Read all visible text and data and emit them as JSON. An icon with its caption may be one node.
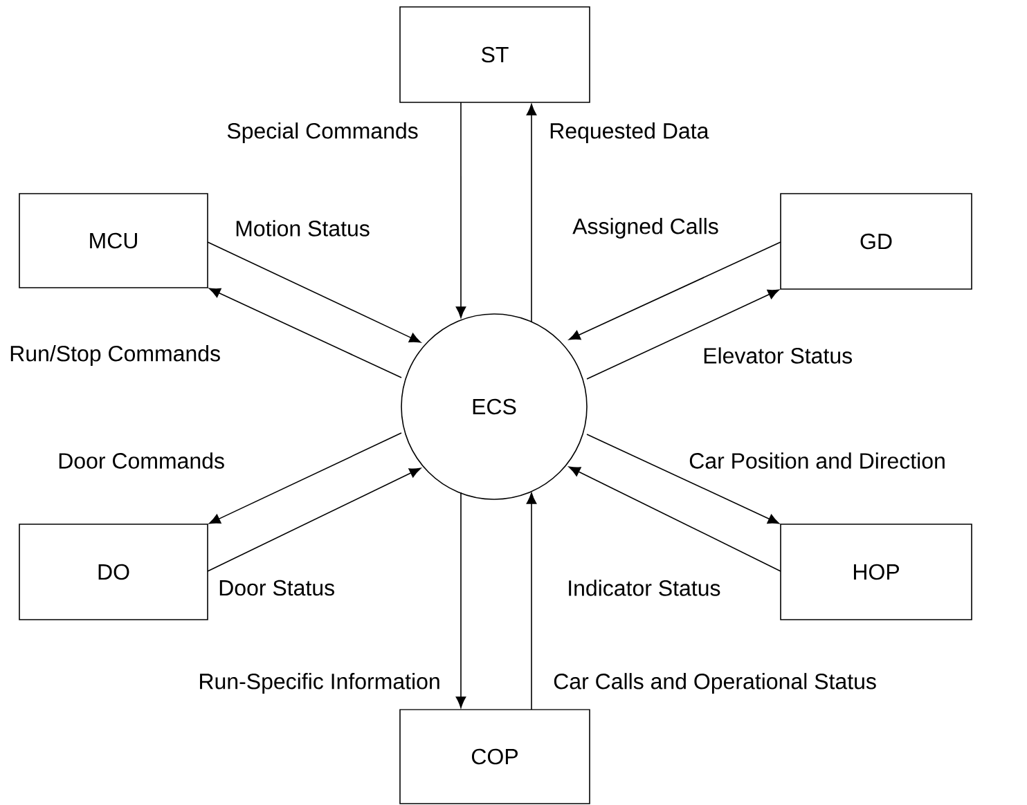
{
  "diagram": {
    "nodes": [
      {
        "text": [
          "ST"
        ]
      },
      {
        "text": [
          "MCU"
        ]
      },
      {
        "text": [
          "GD"
        ]
      },
      {
        "text": [
          "ECS"
        ]
      },
      {
        "text": [
          "DO"
        ]
      },
      {
        "text": [
          "HOP"
        ]
      },
      {
        "text": [
          "COP"
        ]
      }
    ],
    "edges": [
      {
        "from": 0,
        "to": 3,
        "arrow": "to",
        "label": "Special Commands"
      },
      {
        "from": 3,
        "to": 0,
        "arrow": "to",
        "label": "Requested Data"
      },
      {
        "from": 1,
        "to": 3,
        "arrow": "to",
        "label": "Motion Status"
      },
      {
        "from": 3,
        "to": 1,
        "arrow": "to",
        "label": "Run/Stop Commands"
      },
      {
        "from": 2,
        "to": 3,
        "arrow": "to",
        "label": "Assigned Calls"
      },
      {
        "from": 3,
        "to": 2,
        "arrow": "to",
        "label": "Elevator Status"
      },
      {
        "from": 3,
        "to": 4,
        "arrow": "to",
        "label": "Door Commands"
      },
      {
        "from": 4,
        "to": 3,
        "arrow": "to",
        "label": "Door Status"
      },
      {
        "from": 3,
        "to": 5,
        "arrow": "to",
        "label": "Car Position and Direction"
      },
      {
        "from": 5,
        "to": 3,
        "arrow": "to",
        "label": "Indicator Status"
      },
      {
        "from": 3,
        "to": 6,
        "arrow": "to",
        "label": "Run-Specific Information"
      },
      {
        "from": 6,
        "to": 3,
        "arrow": "to",
        "label": "Car Calls and Operational Status"
      }
    ]
  }
}
